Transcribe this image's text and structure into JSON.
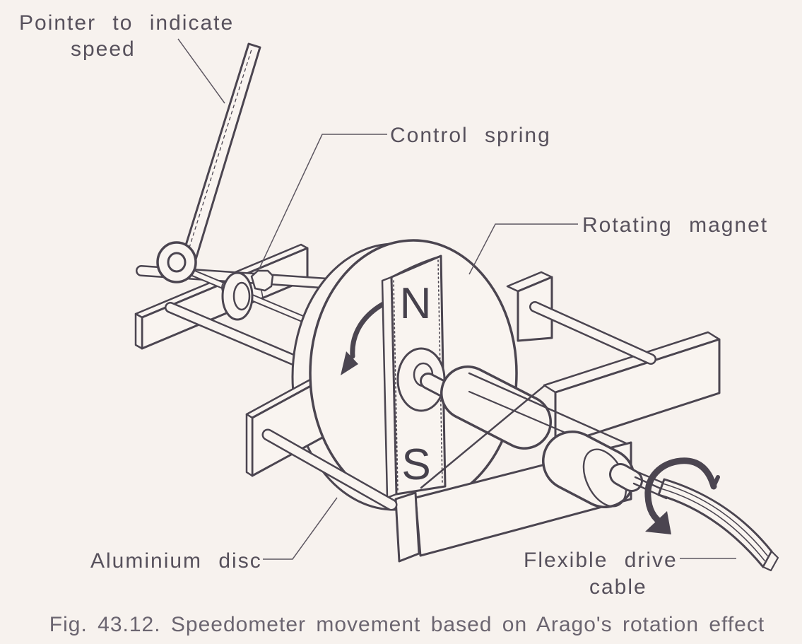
{
  "figure": {
    "caption": "Fig. 43.12. Speedometer movement based on Arago's rotation effect",
    "labels": {
      "pointer_line1": "Pointer to indicate",
      "pointer_line2": "speed",
      "control_spring": "Control spring",
      "rotating_magnet": "Rotating magnet",
      "aluminium_disc": "Aluminium disc",
      "flexible_drive_line1": "Flexible drive",
      "flexible_drive_line2": "cable"
    },
    "magnet_poles": {
      "north": "N",
      "south": "S"
    },
    "colors": {
      "background": "#f7f2ee",
      "ink": "#4b4550",
      "label_text": "#57515c",
      "caption_text": "#6b6570"
    }
  }
}
